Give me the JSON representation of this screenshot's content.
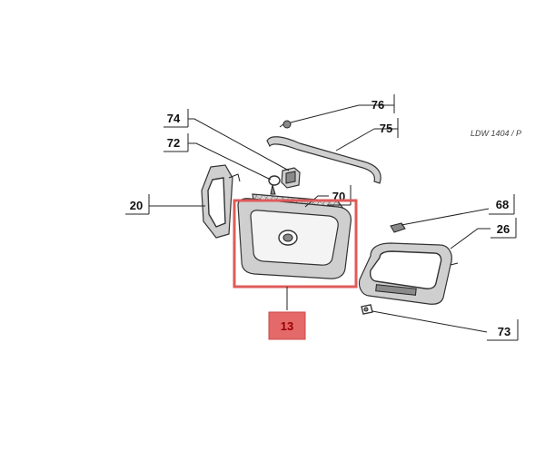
{
  "diagram": {
    "reference_code": "LDW 1404 / P",
    "callouts": [
      {
        "id": "c76",
        "label": "76"
      },
      {
        "id": "c75",
        "label": "75"
      },
      {
        "id": "c74",
        "label": "74"
      },
      {
        "id": "c72",
        "label": "72"
      },
      {
        "id": "c70",
        "label": "70"
      },
      {
        "id": "c68",
        "label": "68"
      },
      {
        "id": "c26",
        "label": "26"
      },
      {
        "id": "c20",
        "label": "20"
      },
      {
        "id": "c73",
        "label": "73"
      }
    ],
    "selected": {
      "label": "13",
      "color": "#e46a6a"
    },
    "highlight_color": "#e05a5a"
  }
}
